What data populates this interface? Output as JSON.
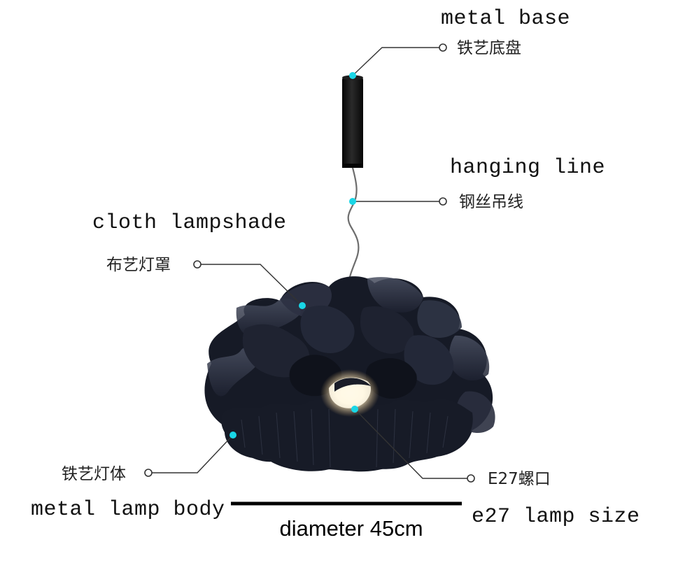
{
  "labels": {
    "metal_base_en": "metal base",
    "metal_base_cn": "铁艺底盘",
    "hanging_line_en": "hanging line",
    "hanging_line_cn": "钢丝吊线",
    "cloth_lampshade_en": "cloth lampshade",
    "cloth_lampshade_cn": "布艺灯罩",
    "lamp_body_en": "metal lamp body",
    "lamp_body_cn": "铁艺灯体",
    "socket_en": "e27 lamp size",
    "socket_cn": "E27螺口"
  },
  "dimension": {
    "text": "diameter 45cm"
  },
  "colors": {
    "callout_dot": "#19d6e6",
    "shade_dark": "#1b1e2a",
    "shade_sheer": "#3a4050",
    "canopy": "#111111",
    "bulb_glow": "#fff6dc"
  }
}
